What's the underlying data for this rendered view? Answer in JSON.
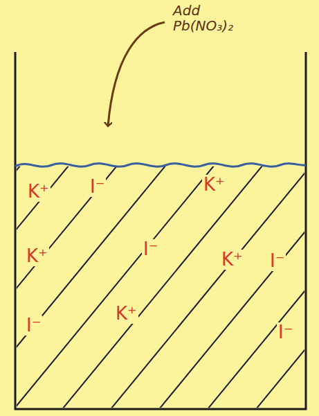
{
  "diagram": {
    "labels": [
      "Add Pb(NO₃)₂",
      "K⁺",
      "I⁻",
      "K⁺",
      "I⁻",
      "K⁺",
      "K⁺",
      "I⁻",
      "I⁻",
      "K⁺",
      "I⁻"
    ]
  }
}
